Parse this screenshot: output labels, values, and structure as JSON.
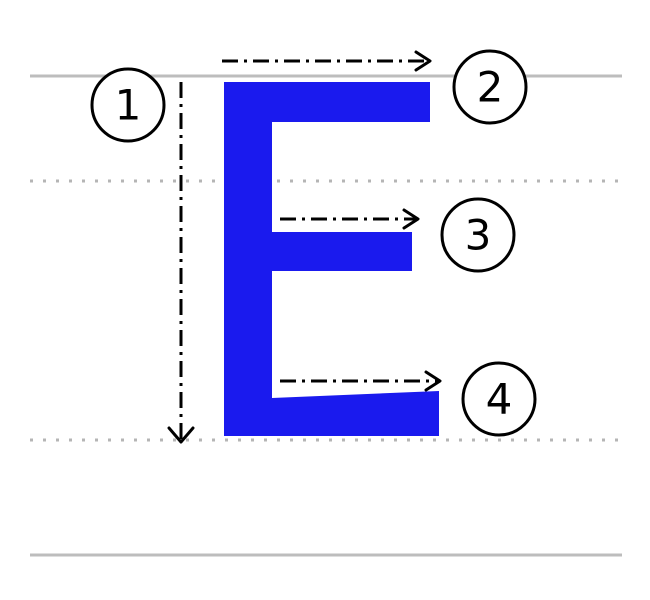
{
  "letter": {
    "char": "E",
    "color": "#1a1aee"
  },
  "guide_lines": {
    "solid_color": "#bdbdbd",
    "dotted_color": "#b5b5b5"
  },
  "strokes": [
    {
      "number": "1",
      "direction": "down"
    },
    {
      "number": "2",
      "direction": "right"
    },
    {
      "number": "3",
      "direction": "right"
    },
    {
      "number": "4",
      "direction": "right"
    }
  ],
  "arrow_color": "#000000"
}
